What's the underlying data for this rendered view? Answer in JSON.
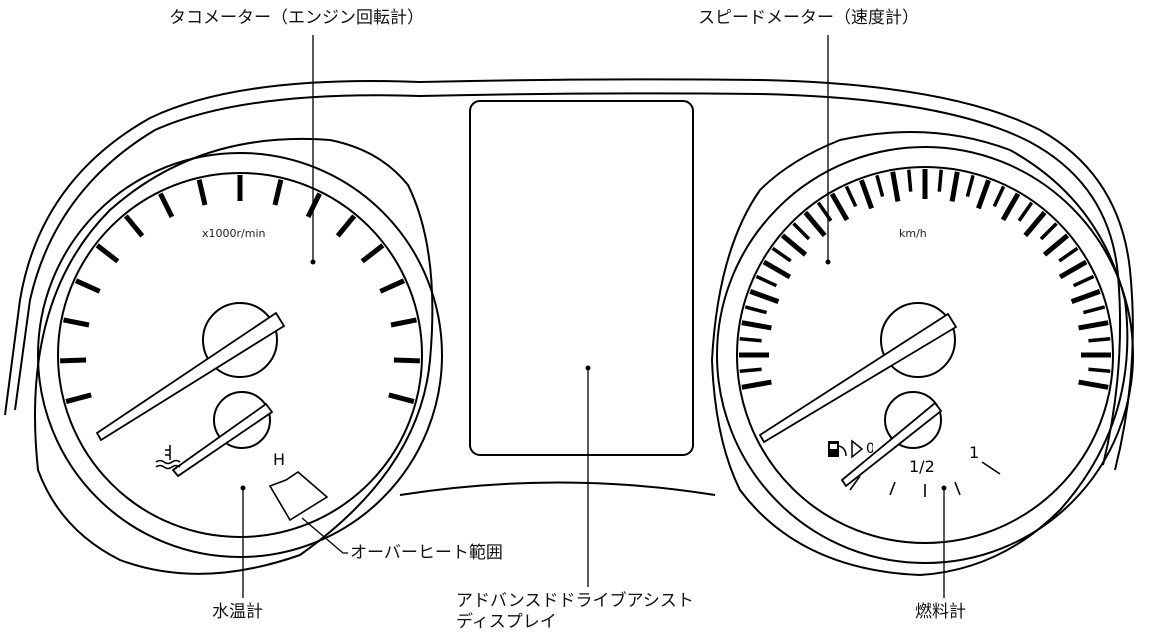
{
  "labels": {
    "tachometer": "タコメーター（エンジン回転計）",
    "speedometer": "スピードメーター（速度計）",
    "overheat_range": "オーバーヒート範囲",
    "water_temp_gauge": "水温計",
    "display_line1": "アドバンスドドライブアシスト",
    "display_line2": "ディスプレイ",
    "fuel_gauge": "燃料計"
  },
  "gauges": {
    "tach_unit": "x1000r/min",
    "speed_unit": "km/h",
    "temp_hot": "H",
    "fuel_half": "1/2",
    "fuel_full": "1",
    "fuel_empty_partial": "0"
  },
  "icons": {
    "coolant": "coolant-temperature-icon",
    "fuel_pump": "fuel-pump-icon",
    "fuel_door": "fuel-door-side-arrow-icon"
  },
  "colors": {
    "line": "#000000",
    "background": "#ffffff"
  }
}
